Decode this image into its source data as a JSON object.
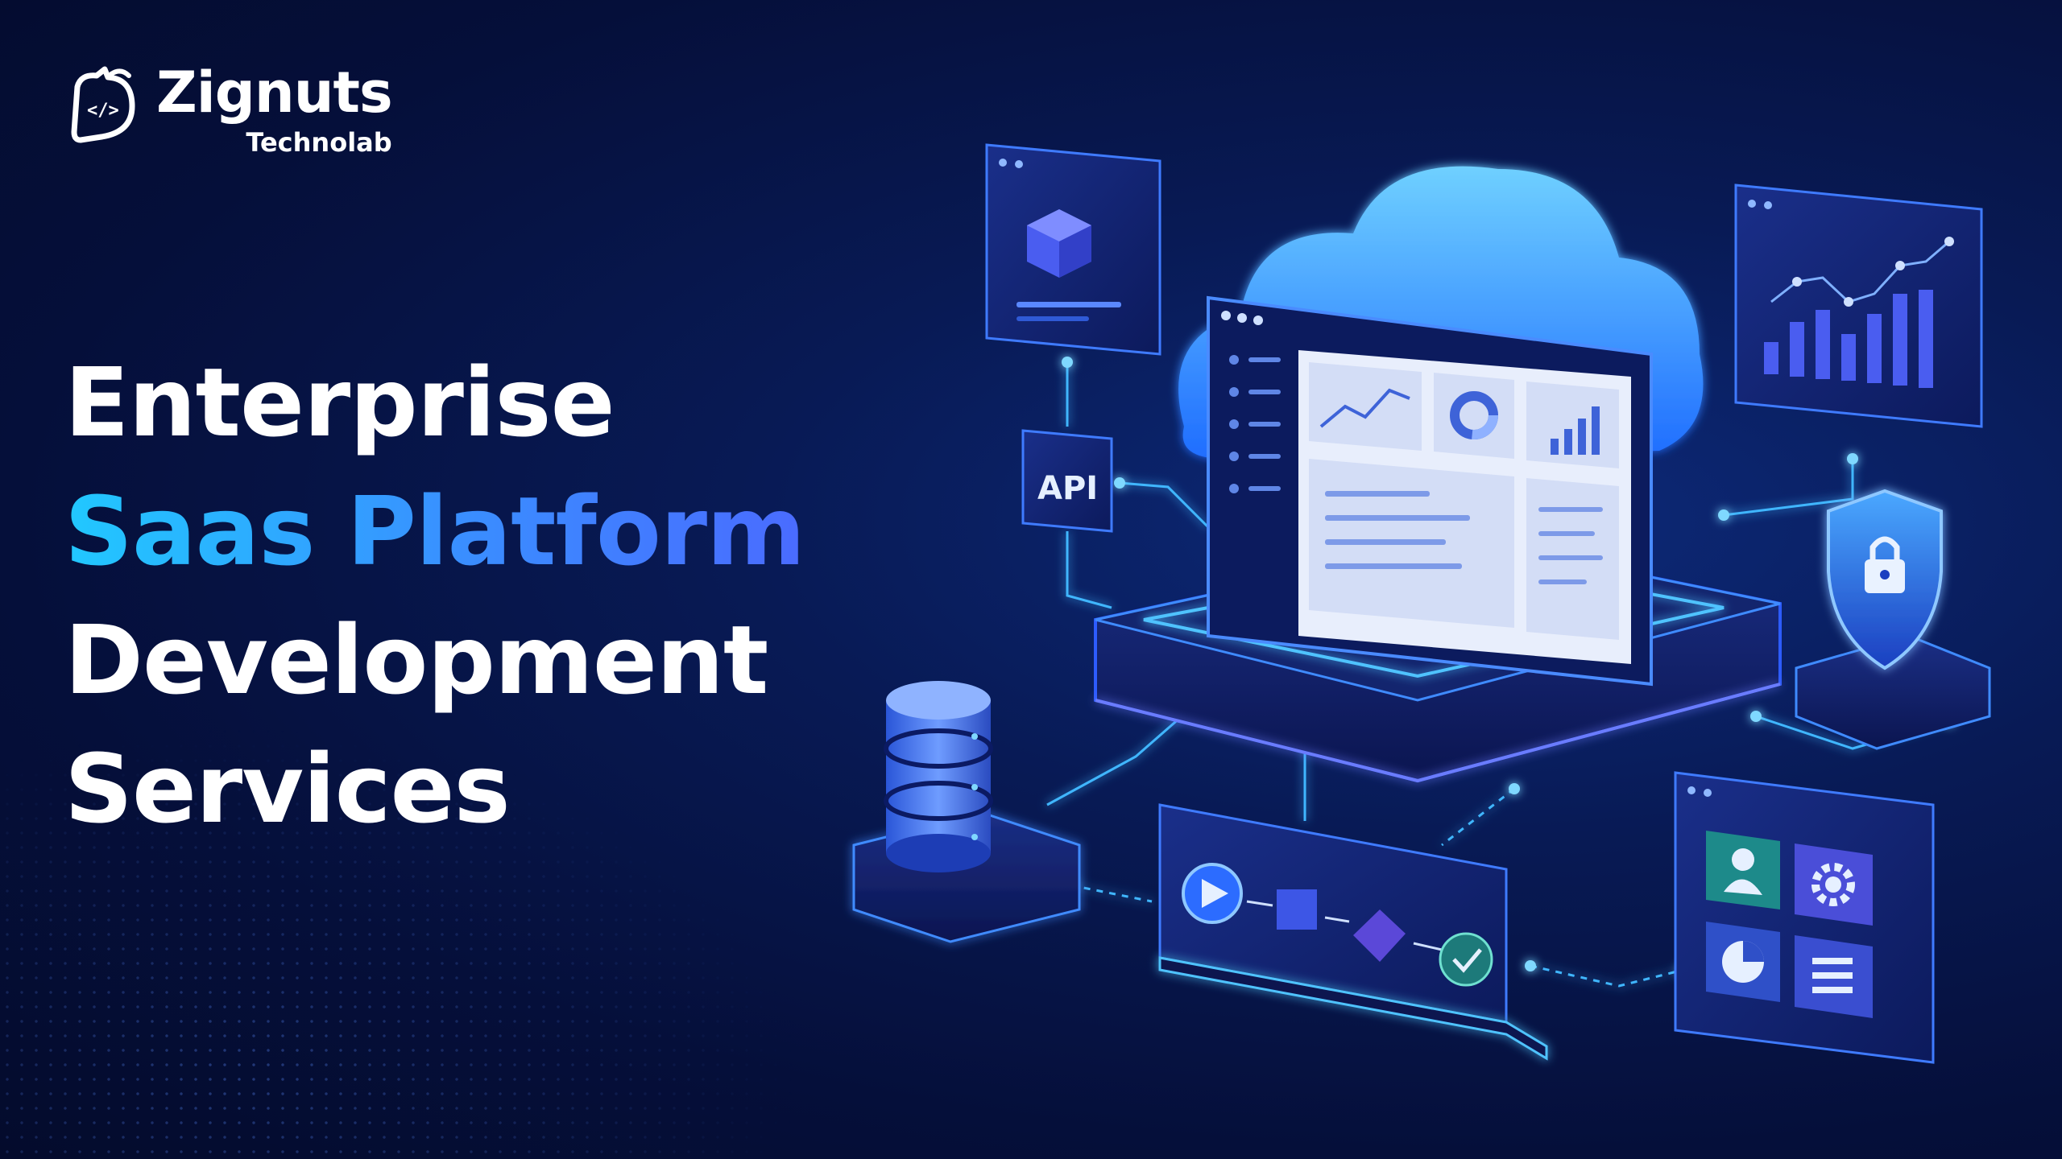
{
  "brand": {
    "name": "Zignuts",
    "subtitle": "Technolab",
    "logo_glyph": "</>"
  },
  "headline": {
    "line1": "Enterprise",
    "line2": "Saas Platform",
    "line3": "Development",
    "line4": "Services"
  },
  "illustration": {
    "api_label": "API",
    "icons": [
      "cube-icon",
      "cloud-icon",
      "dashboard-window",
      "bar-chart-icon",
      "shield-lock-icon",
      "database-icon",
      "workflow-icon",
      "apps-grid-icon"
    ]
  },
  "colors": {
    "background": "#050f3a",
    "accent_cyan": "#21c8ff",
    "accent_blue": "#3a8dff",
    "glow": "#3fa0ff"
  }
}
